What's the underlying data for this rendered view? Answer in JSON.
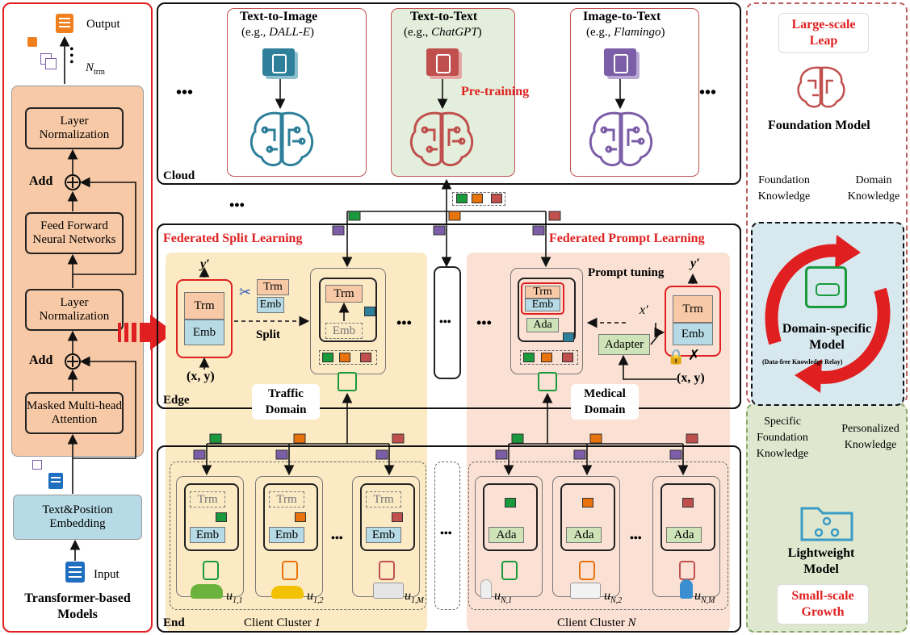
{
  "transformer": {
    "output": "Output",
    "ntrm": "N",
    "ntrm_sub": "trm",
    "layer_norm_top": "Layer Normalization",
    "add": "Add",
    "ffn": "Feed Forward Neural Networks",
    "layer_norm_mid": "Layer Normalization",
    "add2": "Add",
    "masked": "Masked Multi-head Attention",
    "embedding": "Text&Position Embedding",
    "input": "Input",
    "title": "Transformer-based Models"
  },
  "cloud": {
    "label": "Cloud",
    "ellipsis": "•••",
    "models": [
      {
        "title": "Text-to-Image",
        "eg": "(e.g., ",
        "name": "DALL-E",
        "close": ")"
      },
      {
        "title": "Text-to-Text",
        "eg": "(e.g., ",
        "name": "ChatGPT",
        "close": ")"
      },
      {
        "title": "Image-to-Text",
        "eg": "(e.g., ",
        "name": "Flamingo",
        "close": ")"
      }
    ],
    "pretraining": "Pre-training"
  },
  "edge": {
    "label": "Edge",
    "fsl": "Federated Split Learning",
    "fpl": "Federated Prompt Learning",
    "yprime": "y′",
    "xprime": "x′",
    "trm": "Trm",
    "emb": "Emb",
    "ada": "Ada",
    "split": "Split",
    "xy": "(x, y)",
    "traffic": "Traffic Domain",
    "medical": "Medical Domain",
    "prompt_tuning": "Prompt tuning",
    "adapter": "Adapter",
    "ellipsis": "•••"
  },
  "end": {
    "label": "End",
    "cluster1": "Client Cluster ",
    "cluster1_i": "1",
    "clusterN": "Client Cluster ",
    "clusterN_i": "N",
    "trm": "Trm",
    "emb": "Emb",
    "ada": "Ada",
    "u": "u",
    "subs": [
      "1,1",
      "1,2",
      "1,M",
      "N,1",
      "N,2",
      "N,M"
    ]
  },
  "right": {
    "large_scale": "Large-scale Leap",
    "foundation_model": "Foundation Model",
    "foundation_knowledge": "Foundation Knowledge",
    "domain_knowledge": "Domain Knowledge",
    "domain_model": "Domain-specific Model",
    "relay": "(Data-free Knowledge Relay)",
    "specific_foundation": "Specific Foundation Knowledge",
    "personalized": "Personalized Knowledge",
    "lightweight": "Lightweight Model",
    "small_scale": "Small-scale Growth"
  },
  "colors": {
    "green": "#1a9a3c",
    "orange": "#e8730c",
    "red": "#c0504d",
    "purple": "#7b5ea7",
    "teal": "#2e7f9a",
    "salmon": "#f8c9a6",
    "frame_red": "#e02020"
  }
}
